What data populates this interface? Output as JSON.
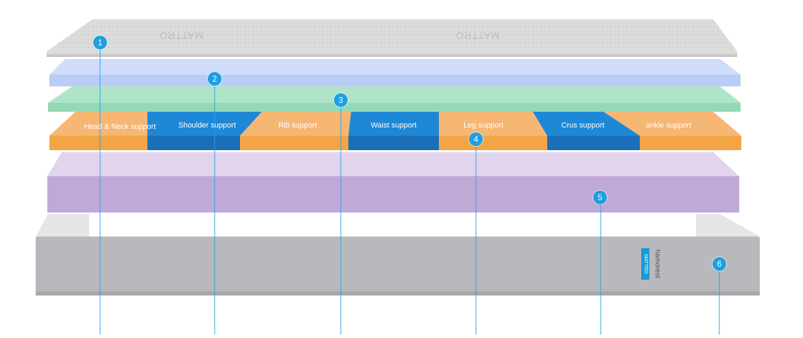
{
  "layers": {
    "cover": {
      "watermark_left": "MATTRO",
      "watermark_right": "MATTRO"
    },
    "zones": [
      {
        "label": "Head & Neck support",
        "color": "#f6b674"
      },
      {
        "label": "Shoulder support",
        "color": "#1e88d6"
      },
      {
        "label": "Rib support",
        "color": "#f6b674"
      },
      {
        "label": "Waist support",
        "color": "#1e88d6"
      },
      {
        "label": "Leg support",
        "color": "#f6b674"
      },
      {
        "label": "Crus support",
        "color": "#1e88d6"
      },
      {
        "label": "ankle support",
        "color": "#f6b674"
      }
    ],
    "base": {
      "brand_tag": "MATTRO",
      "brand_name": "hamorest"
    }
  },
  "markers": [
    "1",
    "2",
    "3",
    "4",
    "5",
    "6"
  ],
  "colors": {
    "accent": "#1e9fe0",
    "cover": "#d9d9d9",
    "blue_layer": "#c2d2f7",
    "green_layer": "#a6e0c2",
    "orange_zone": "#f6b674",
    "blue_zone": "#1e88d6",
    "purple_layer": "#c0a9d6",
    "base": "#b7b7bb"
  }
}
